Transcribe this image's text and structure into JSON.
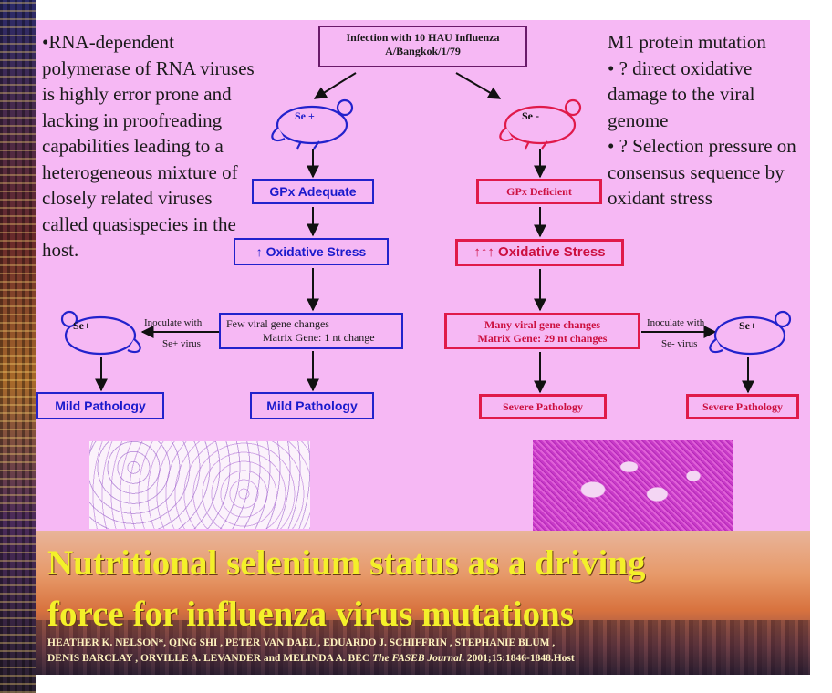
{
  "left_text": "•RNA-dependent polymerase of RNA viruses is highly error prone and lacking in proofreading capabilities leading to a heterogeneous mixture of closely related viruses called quasispecies in the host.",
  "right_text": {
    "heading": "M1 protein mutation",
    "bullet_1": "• ? direct oxidative damage to the viral genome",
    "bullet_2": "• ? Selection pressure on consensus sequence by oxidant stress"
  },
  "infection": {
    "line_1": "Infection with 10 HAU Influenza",
    "line_2": "A/Bangkok/1/79"
  },
  "left_branch": {
    "mouse_label": "Se +",
    "gpx": "GPx Adequate",
    "stress": "↑ Oxidative Stress",
    "changes_line_1": "Few viral gene changes",
    "changes_line_2": "Matrix Gene: 1 nt change",
    "inoculate_1": "Inoculate with",
    "inoculate_2": "Se+ virus",
    "side_mouse_label": "Se+",
    "pathology_side": "Mild Pathology",
    "pathology_main": "Mild Pathology"
  },
  "right_branch": {
    "mouse_label": "Se -",
    "gpx": "GPx Deficient",
    "stress": "↑↑↑ Oxidative Stress",
    "changes_line_1": "Many viral gene changes",
    "changes_line_2": "Matrix Gene: 29 nt changes",
    "inoculate_1": "Inoculate with",
    "inoculate_2": "Se- virus",
    "side_mouse_label": "Se+",
    "pathology_main": "Severe Pathology",
    "pathology_side": "Severe Pathology"
  },
  "title_line_1": "Nutritional selenium status as a driving",
  "title_line_2": "force for influenza virus mutations",
  "authors_line_1": "HEATHER K. NELSON*, QING SHI , PETER VAN DAEL , EDUARDO J. SCHIFFRIN , STEPHANIE BLUM ,",
  "authors_line_2a": "DENIS BARCLAY , ORVILLE A. LEVANDER and MELINDA A. BEC",
  "journal": "The FASEB Journal",
  "authors_line_2b": ". 2001;15:1846-1848.Host",
  "colors": {
    "panel": "#f6b8f4",
    "blue": "#2222cc",
    "red": "#e01a4a",
    "title": "#f4f02a"
  },
  "icons": [
    "mouse-icon",
    "arrow-icon"
  ]
}
